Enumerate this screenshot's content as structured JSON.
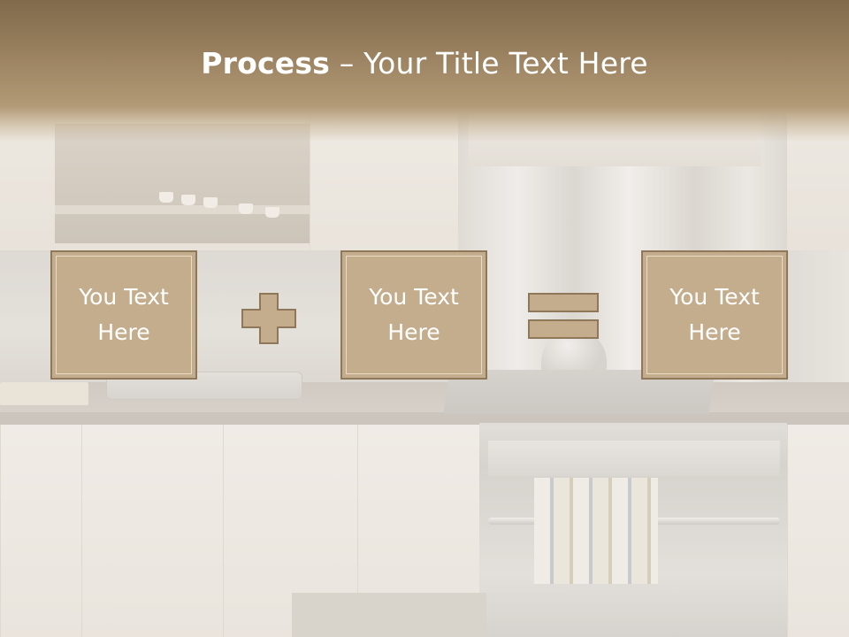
{
  "slide": {
    "title_bold": "Process",
    "title_rest": " – Your Title Text Here",
    "boxes": [
      {
        "label": "You Text\nHere"
      },
      {
        "label": "You Text\nHere"
      },
      {
        "label": "You Text\nHere"
      }
    ],
    "operators": [
      "plus-icon",
      "equals-icon"
    ],
    "colors": {
      "title_band": "#9b8260",
      "box_fill": "#c3ad8c",
      "box_border": "#8f7759",
      "text": "#ffffff"
    }
  }
}
